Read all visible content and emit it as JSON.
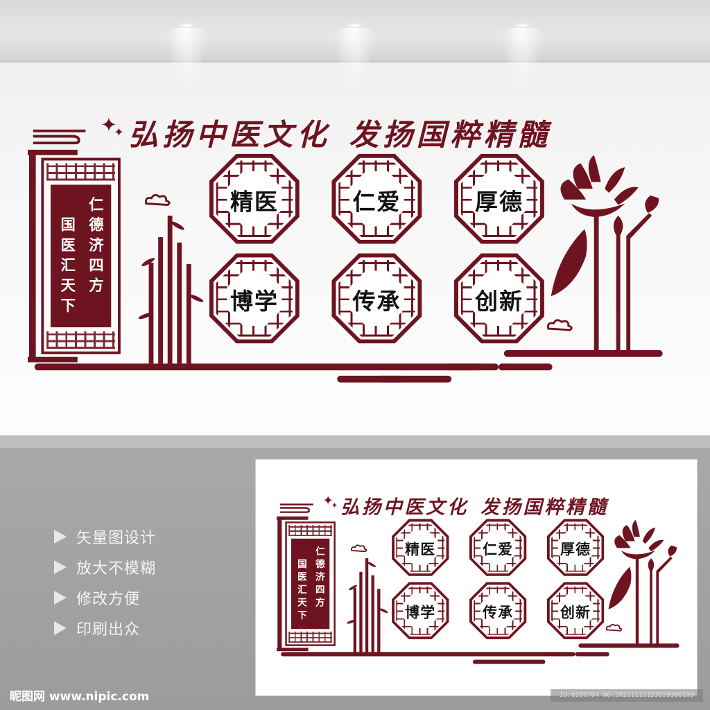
{
  "mural": {
    "title_left": "弘扬中医文化",
    "title_right": "发扬国粹精髓",
    "scroll_line1": "仁德济四方",
    "scroll_line2": "国医汇天下",
    "values": [
      "精医",
      "仁爱",
      "厚德",
      "博学",
      "传承",
      "创新"
    ],
    "brand_color": "#6e1420"
  },
  "features": [
    "矢量图设计",
    "放大不模糊",
    "修改方便",
    "印刷出众"
  ],
  "footer": {
    "logo_text": "昵图网",
    "site": "www.nipic.com",
    "image_id": "ID:8260704 NO:20221112153859386109"
  }
}
